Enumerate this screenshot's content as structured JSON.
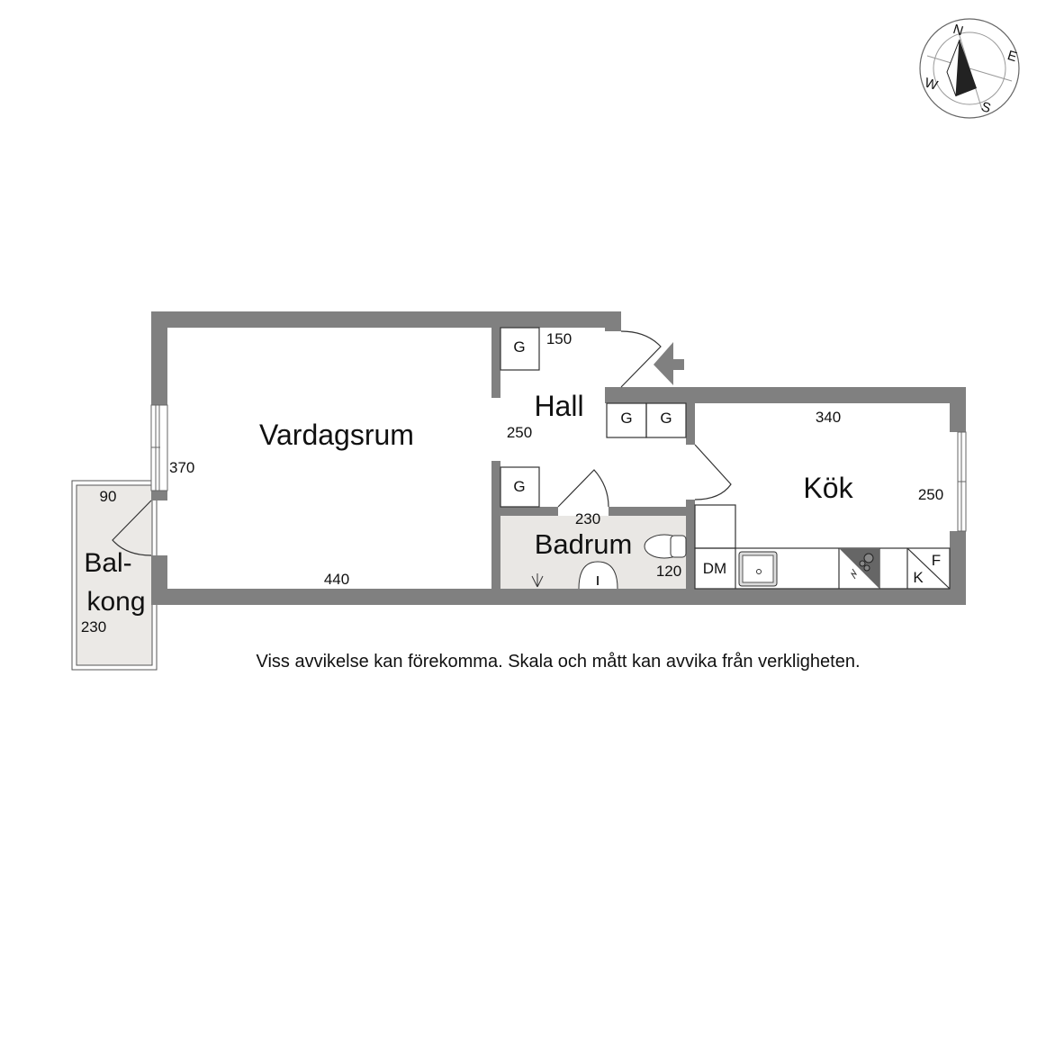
{
  "rooms": {
    "vardagsrum": {
      "label": "Vardagsrum",
      "dim_width": "440",
      "dim_height": "370"
    },
    "hall": {
      "label": "Hall",
      "dim_width": "150",
      "dim_height": "250"
    },
    "badrum": {
      "label": "Badrum",
      "dim_width": "230",
      "dim_height": "120"
    },
    "kok": {
      "label": "Kök",
      "dim_width": "340",
      "dim_height": "250"
    },
    "balkong": {
      "label_line1": "Bal-",
      "label_line2": "kong",
      "dim_width": "90",
      "dim_height": "230"
    }
  },
  "closets": [
    "G",
    "G",
    "G",
    "G"
  ],
  "kitchen": {
    "dishwasher": "DM",
    "fridge": "F",
    "freezer": "K"
  },
  "compass": {
    "n": "N",
    "e": "E",
    "s": "S",
    "w": "W"
  },
  "disclaimer": "Viss avvikelse kan förekomma. Skala och mått kan avvika från verkligheten.",
  "colors": {
    "wall": "#808080",
    "wet_floor": "#e9e7e4"
  }
}
